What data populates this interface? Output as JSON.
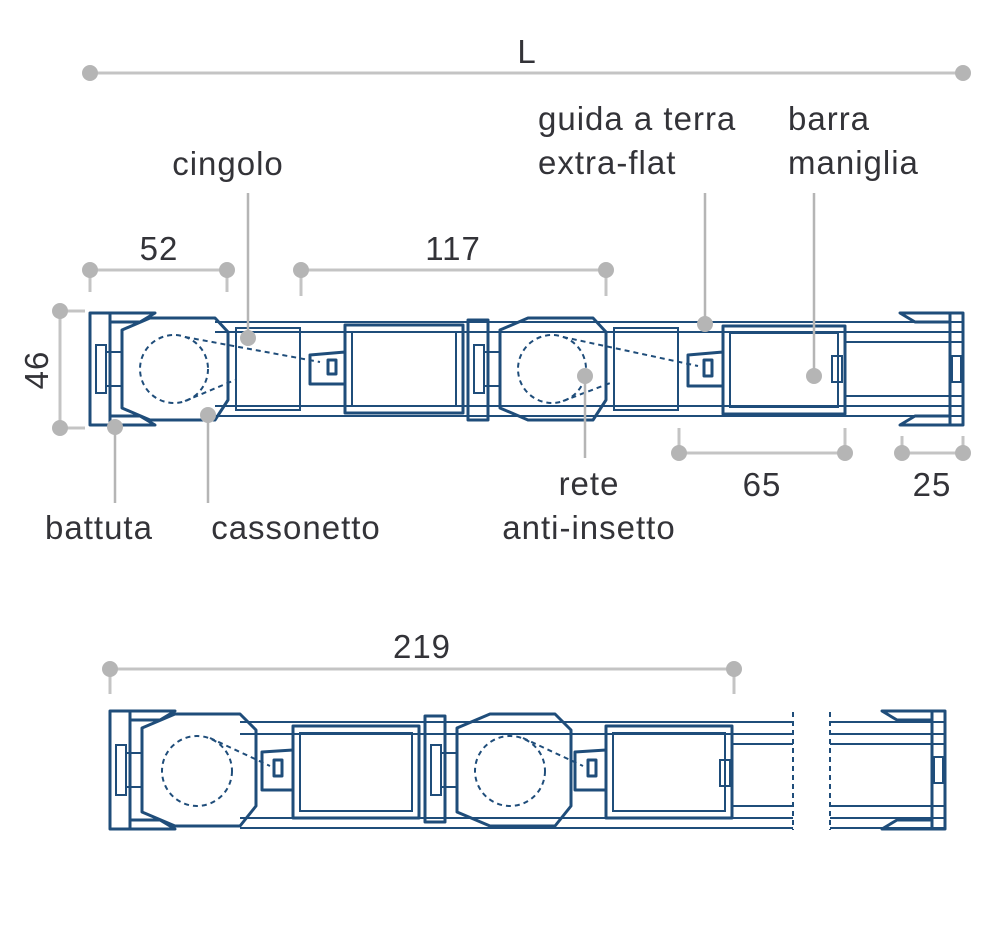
{
  "dimensions": {
    "overall": "L",
    "height": "46",
    "battuta_width": "52",
    "module_pitch": "117",
    "handle_bar": "65",
    "guide_end": "25",
    "compact_total": "219"
  },
  "labels": {
    "cingolo": "cingolo",
    "guida_line1": "guida a terra",
    "guida_line2": "extra-flat",
    "barra_line1": "barra",
    "barra_line2": "maniglia",
    "battuta": "battuta",
    "cassonetto": "cassonetto",
    "rete_line1": "rete",
    "rete_line2": "anti-insetto"
  },
  "colors": {
    "profile": "#1f4d7a",
    "dimension_line": "#c4c4c4",
    "text": "#333338"
  }
}
